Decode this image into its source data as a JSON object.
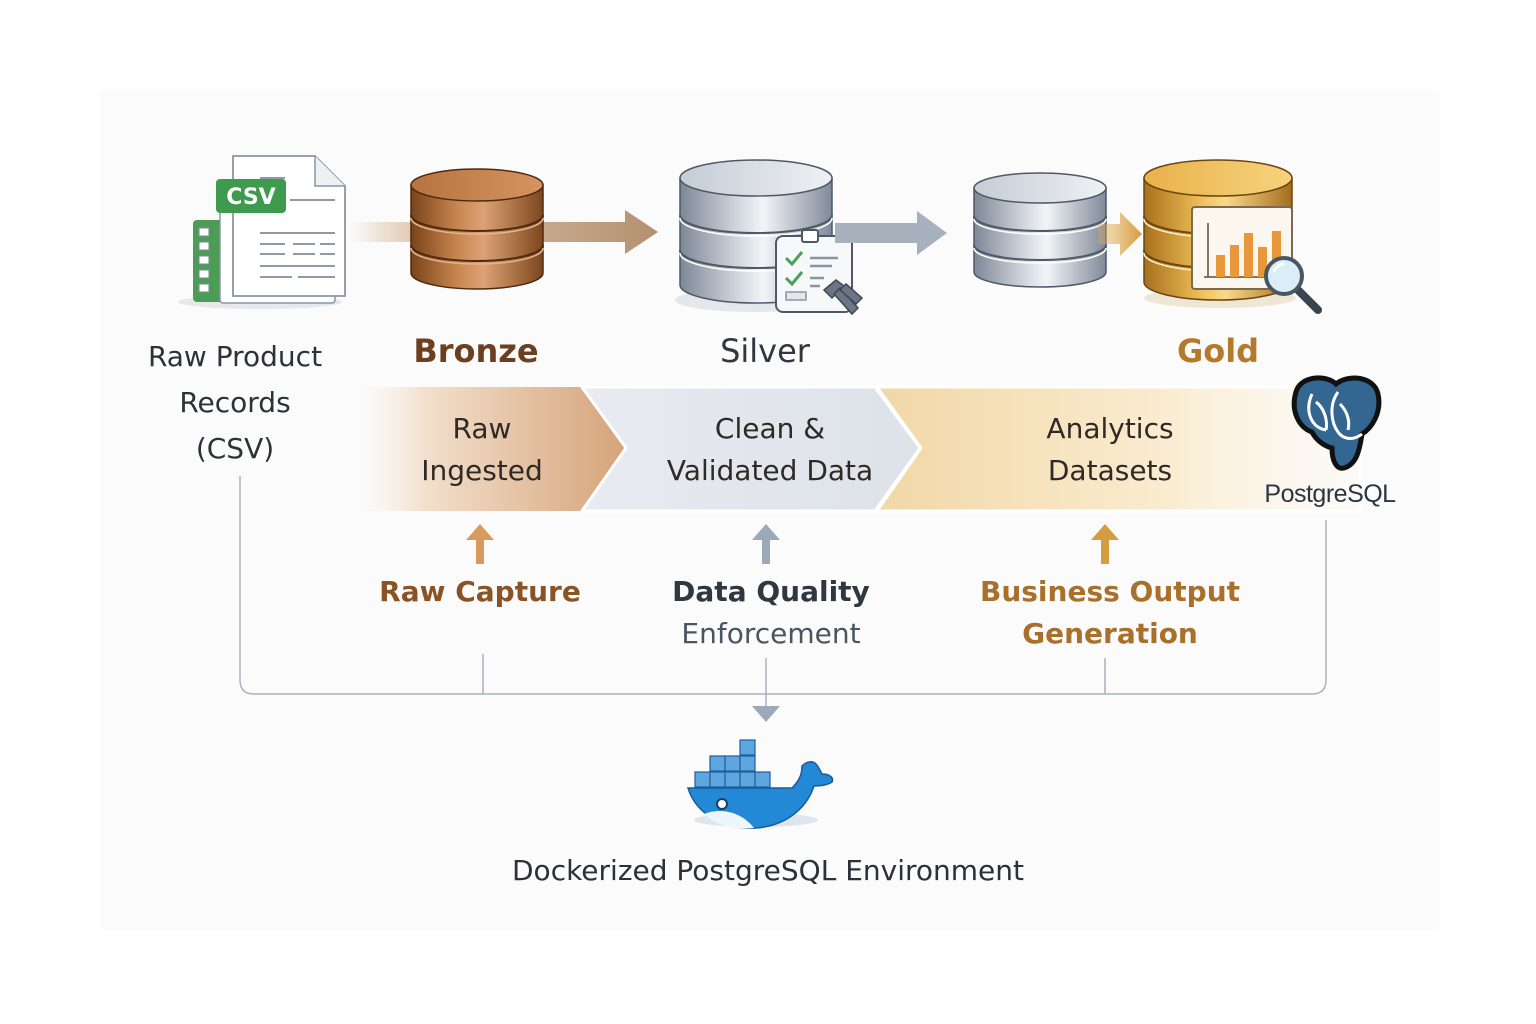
{
  "source": {
    "badge": "CSV",
    "label_lines": [
      "Raw Product",
      "Records",
      "(CSV)"
    ]
  },
  "stages": [
    {
      "id": "bronze",
      "title": "Bronze",
      "color": "#6b3f1f",
      "band_lines": [
        "Raw",
        "Ingested"
      ],
      "process_lines": [
        "Raw Capture"
      ],
      "process_color": "#8a5326"
    },
    {
      "id": "silver",
      "title": "Silver",
      "color": "#2f3740",
      "band_lines": [
        "Clean &",
        "Validated Data"
      ],
      "process_lines": [
        "Data Quality",
        "Enforcement"
      ],
      "process_color": "#2f3740"
    },
    {
      "id": "gold",
      "title": "Gold",
      "color": "#b47a2c",
      "band_lines": [
        "Analytics",
        "Datasets"
      ],
      "process_lines": [
        "Business Output",
        "Generation"
      ],
      "process_color": "#a8702a"
    }
  ],
  "postgres": {
    "wordmark": "PostgreSQL",
    "icon": "postgresql-elephant-icon"
  },
  "docker": {
    "icon": "docker-whale-icon",
    "label": "Dockerized PostgreSQL Environment"
  },
  "icons": {
    "csv": "csv-file-icon",
    "bronze_db": "bronze-database-icon",
    "silver_db": "silver-database-icon",
    "checklist": "checklist-tools-icon",
    "silver_db_small": "silver-database-small-icon",
    "gold_db": "gold-database-icon",
    "chart": "bar-chart-icon",
    "magnifier": "magnifier-icon"
  },
  "colors": {
    "bronze": "#b8784a",
    "silver": "#a9b3c0",
    "gold": "#d4a04a",
    "postgres_blue": "#336791",
    "docker_blue": "#2496ed",
    "csv_green": "#3f9a4e",
    "connector": "#a8b2c0"
  }
}
